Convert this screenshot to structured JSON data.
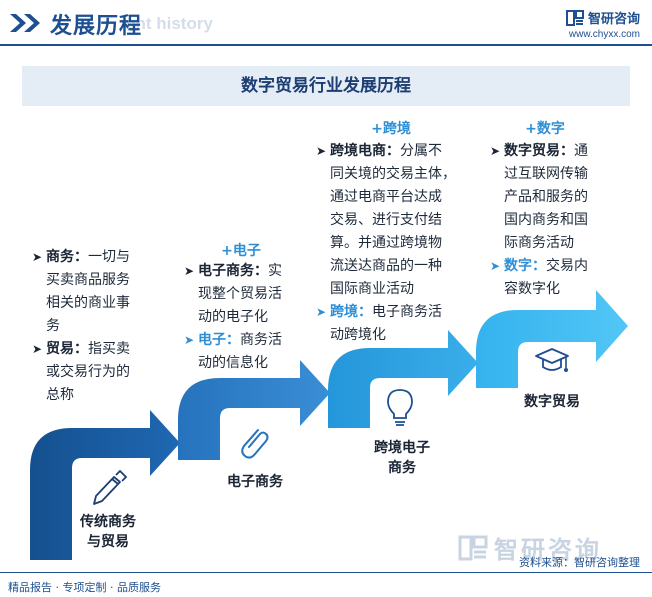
{
  "header": {
    "title": "发展历程",
    "subtitle": "ent history",
    "brand_name": "智研咨询",
    "brand_url": "www.chyxx.com"
  },
  "banner": {
    "title": "数字贸易行业发展历程"
  },
  "stages": [
    {
      "id": "traditional",
      "label_lines": [
        "传统商务",
        "与贸易"
      ],
      "icon": "pencil-icon",
      "color": "#1b5fa6",
      "badge": "",
      "items": [
        {
          "term": "商务：",
          "text_lines": [
            "一切与",
            "买卖商品服务",
            "相关的商业事",
            "务"
          ],
          "style": "dark"
        },
        {
          "term": "贸易：",
          "text_lines": [
            "指买卖",
            "或交易行为的",
            "总称"
          ],
          "style": "dark"
        }
      ]
    },
    {
      "id": "ecommerce",
      "label_lines": [
        "电子商务"
      ],
      "icon": "paperclip-icon",
      "color": "#2e7fc9",
      "badge": "+电子",
      "items": [
        {
          "term": "电子商务：",
          "text_lines": [
            "实",
            "现整个贸易活",
            "动的电子化"
          ],
          "style": "dark"
        },
        {
          "term": "电子：",
          "text_lines": [
            "商务活",
            "动的信息化"
          ],
          "style": "light"
        }
      ]
    },
    {
      "id": "cross-border",
      "label_lines": [
        "跨境电子",
        "商务"
      ],
      "icon": "lightbulb-icon",
      "color": "#2b9fe0",
      "badge": "+跨境",
      "items": [
        {
          "term": "跨境电商：",
          "text_lines": [
            "分属不",
            "同关境的交易主体，",
            "通过电商平台达成",
            "交易、进行支付结",
            "算。并通过跨境物",
            "流送达商品的一种",
            "国际商业活动"
          ],
          "style": "dark"
        },
        {
          "term": "跨境：",
          "text_lines": [
            "电子商务活",
            "动跨境化"
          ],
          "style": "light"
        }
      ]
    },
    {
      "id": "digital",
      "label_lines": [
        "数字贸易"
      ],
      "icon": "graduation-cap-icon",
      "color": "#3ab8f0",
      "badge": "+数字",
      "items": [
        {
          "term": "数字贸易：",
          "text_lines": [
            "通",
            "过互联网传输",
            "产品和服务的",
            "国内商务和国",
            "际商务活动"
          ],
          "style": "dark"
        },
        {
          "term": "数字：",
          "text_lines": [
            "交易内",
            "容数字化"
          ],
          "style": "light"
        }
      ]
    }
  ],
  "footer": {
    "left": "精品报告 · 专项定制 · 品质服务",
    "source": "资料来源：智研咨询整理",
    "brand_name": "智研咨询"
  },
  "colors": {
    "brand": "#1d4f91",
    "accent_light": "#2f8fd6",
    "banner_bg": "#e4ecf6"
  }
}
